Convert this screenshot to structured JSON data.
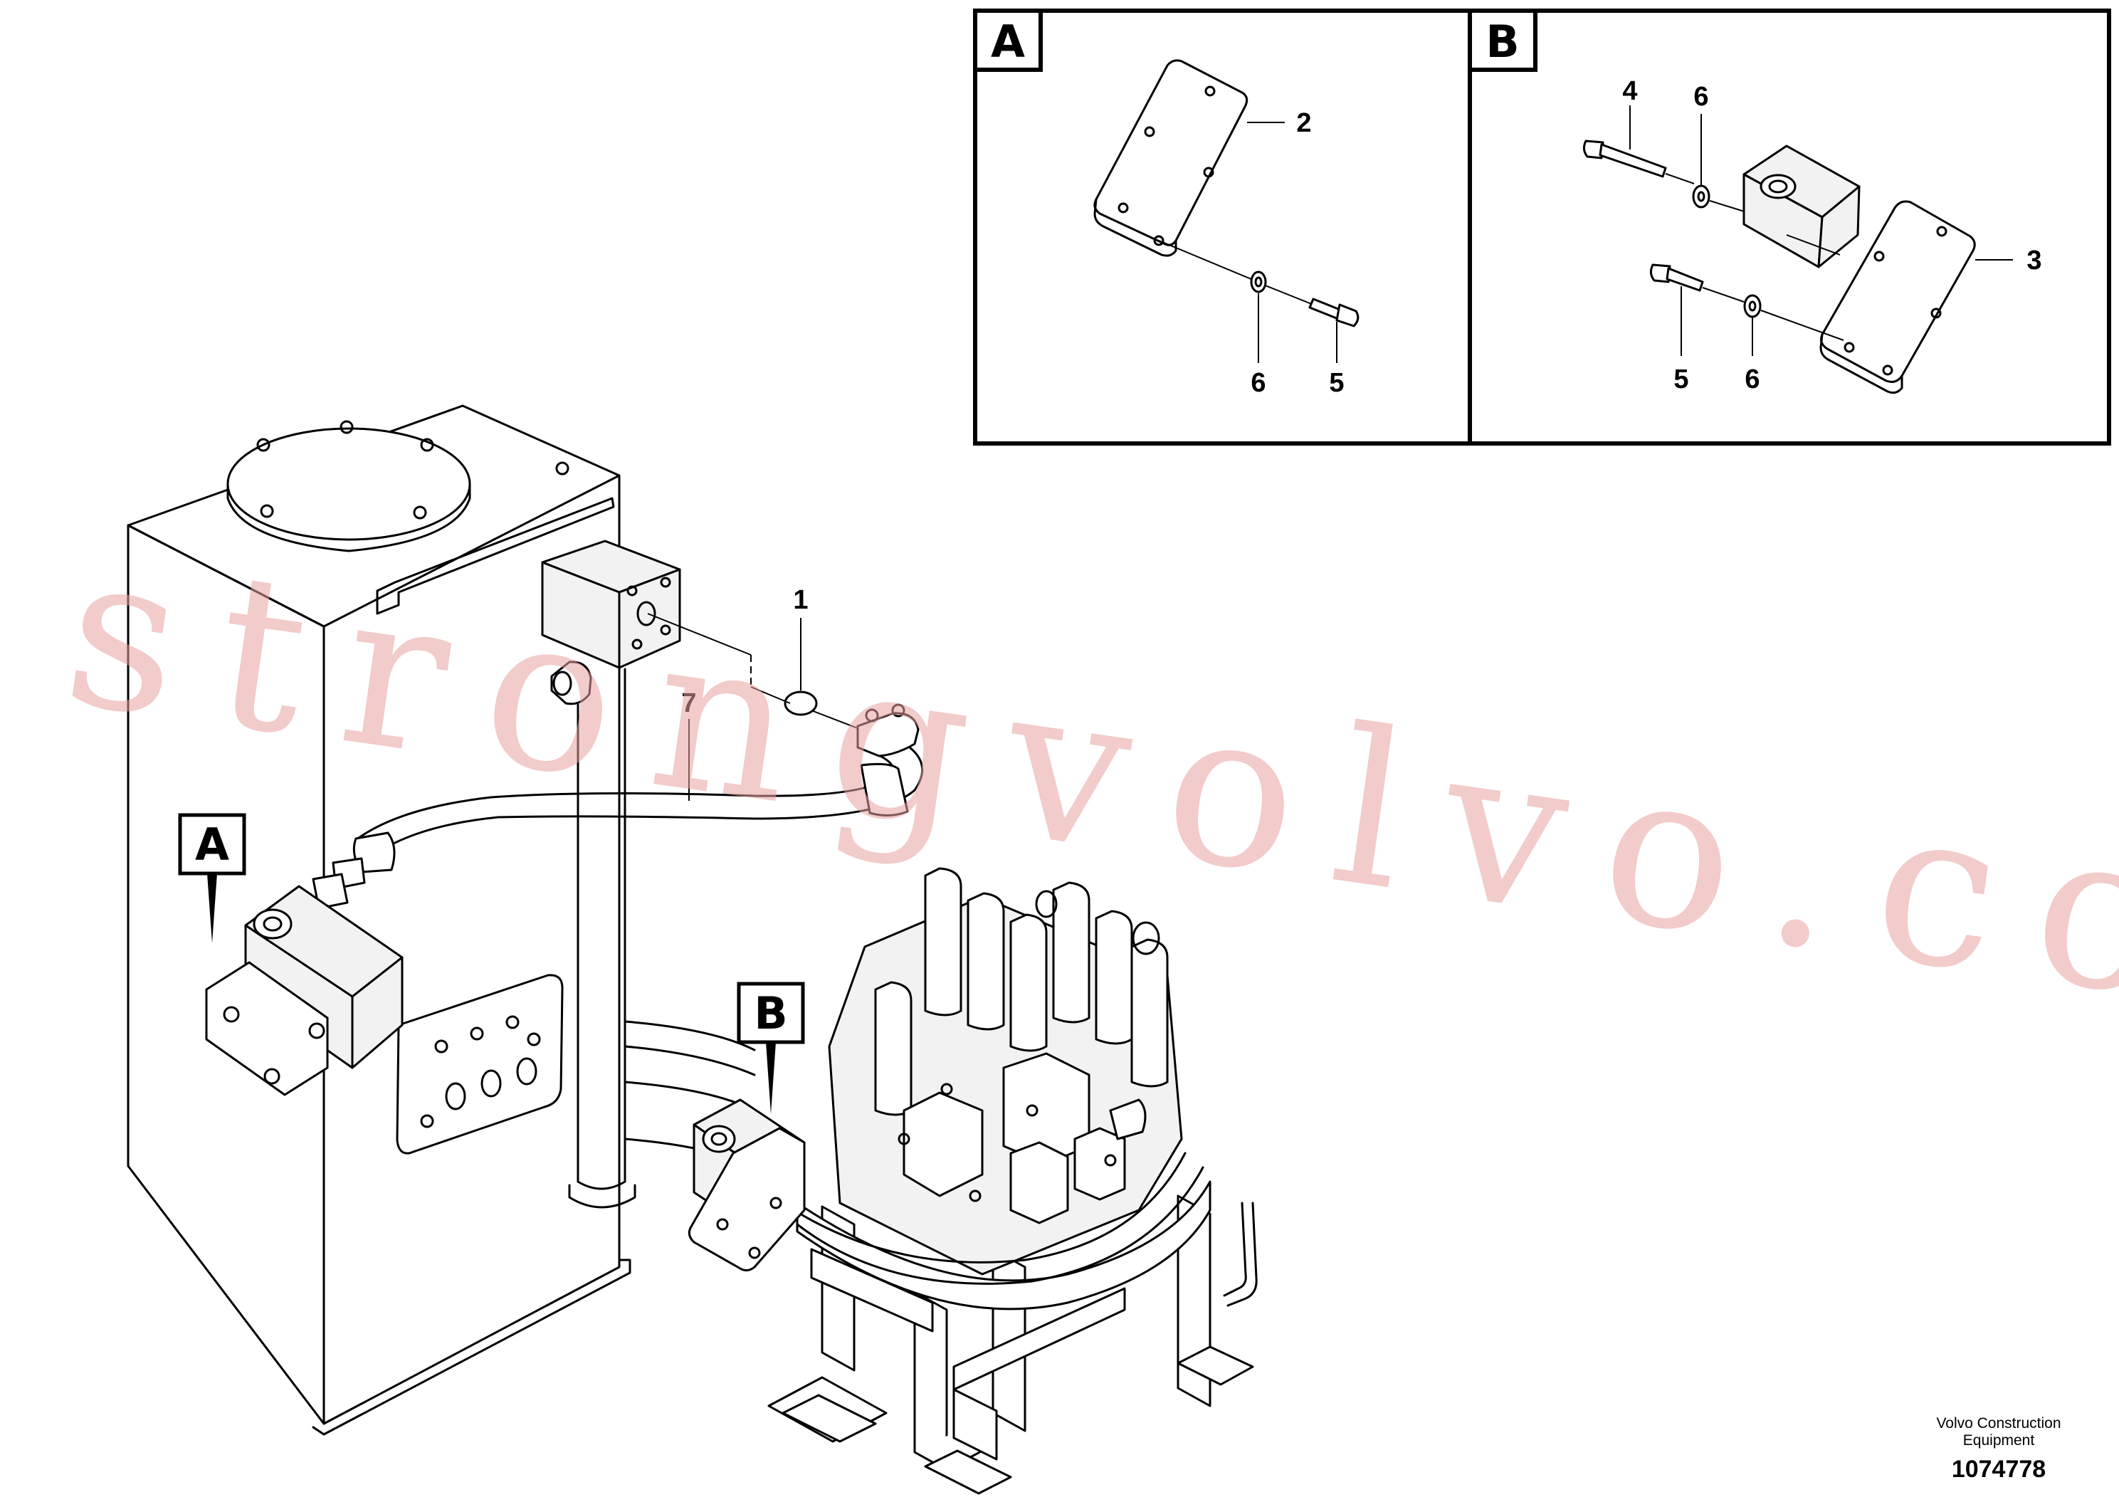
{
  "detail_views": [
    {
      "letter": "A",
      "callouts": [
        "2",
        "6",
        "5"
      ]
    },
    {
      "letter": "B",
      "callouts": [
        "4",
        "6",
        "3",
        "5",
        "6"
      ]
    }
  ],
  "main_callouts": [
    "1",
    "7"
  ],
  "view_markers": [
    "A",
    "B"
  ],
  "watermark": "strongvolvo.com",
  "credit": {
    "line1": "Volvo Construction",
    "line2": "Equipment"
  },
  "part_number": "1074778"
}
